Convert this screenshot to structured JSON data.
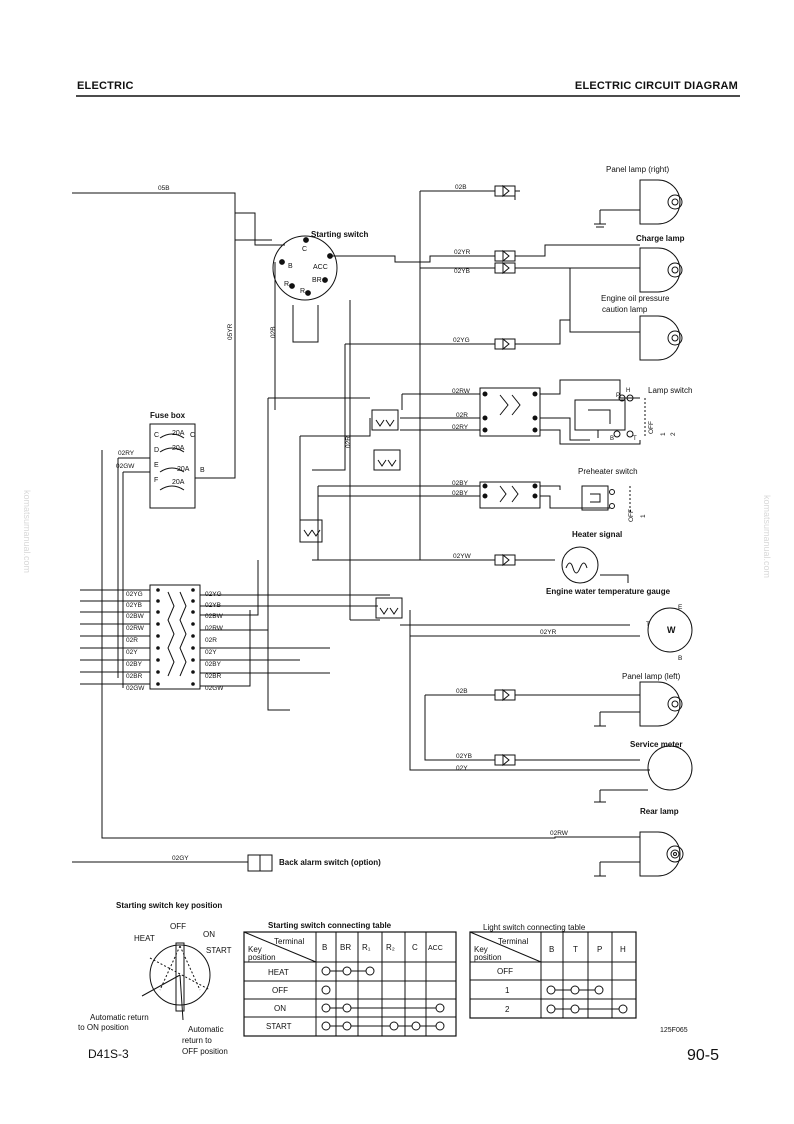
{
  "header": {
    "left": "ELECTRIC",
    "right": "ELECTRIC CIRCUIT DIAGRAM"
  },
  "footer": {
    "model": "D41S-3",
    "page": "90-5",
    "figure_code": "125F065"
  },
  "watermark": "komatsumanual.com",
  "components": {
    "panel_lamp_right": "Panel lamp (right)",
    "charge_lamp": "Charge lamp",
    "oil_lamp_1": "Engine oil pressure",
    "oil_lamp_2": "caution lamp",
    "lamp_switch": "Lamp switch",
    "preheater_switch": "Preheater switch",
    "heater_signal": "Heater signal",
    "water_temp": "Engine water temperature gauge",
    "panel_lamp_left": "Panel lamp (left)",
    "service_meter": "Service meter",
    "rear_lamp": "Rear lamp",
    "back_alarm": "Back alarm switch (option)",
    "starting_switch": "Starting switch",
    "fuse_box": "Fuse box"
  },
  "starting_switch_terminals": {
    "c": "C",
    "b": "B",
    "acc": "ACC",
    "br": "BR",
    "r1": "R₁",
    "r2": "R₂"
  },
  "fuse_box": {
    "left_letters": [
      "C",
      "D",
      "E",
      "F"
    ],
    "ratings": [
      "20A",
      "20A",
      "20A",
      "20A"
    ],
    "right_letters": [
      "C",
      "B"
    ]
  },
  "wires": {
    "w05b": "05B",
    "w05yr": "05YR",
    "w02b_v": "02B",
    "w02r_v": "02R",
    "w02b_pr": "02B",
    "w02yr_ch": "02YR",
    "w02yb_ch": "02YB",
    "w02yg_oil": "02YG",
    "w02rw_ls": "02RW",
    "w02r_ls": "02R",
    "w02ry_ls": "02RY",
    "w02by_ph": "02BY",
    "w02by_ph2": "02BY",
    "w02yw": "02YW",
    "w02yr_wt": "02YR",
    "w02b_pl": "02B",
    "w02yb_sm": "02YB",
    "w02y_sm": "02Y",
    "w02rw_rl": "02RW",
    "w02gy": "02GY",
    "w02ry_fb": "02RY",
    "w02gw_fb": "02GW",
    "terminal_marks": [
      "E",
      "T",
      "W",
      "B",
      "H",
      "P",
      "B",
      "T"
    ],
    "lamp_switch_pos": [
      "OFF",
      "1",
      "2"
    ],
    "preheater_pos": [
      "OFF",
      "1"
    ]
  },
  "connector_left": [
    "02YG",
    "02YB",
    "02BW",
    "02RW",
    "02R",
    "02Y",
    "02BY",
    "02BR",
    "02GW"
  ],
  "connector_right": [
    "02YG",
    "02YB",
    "02BW",
    "02RW",
    "02R",
    "02Y",
    "02BY",
    "02BR",
    "02GW"
  ],
  "key_position": {
    "title": "Starting switch key position",
    "heat": "HEAT",
    "off": "OFF",
    "on": "ON",
    "start": "START",
    "auto_on_1": "Automatic return",
    "auto_on_2": "to ON position",
    "auto_off_1": "Automatic",
    "auto_off_2": "return to",
    "auto_off_3": "OFF position"
  },
  "starting_table": {
    "title": "Starting switch connecting table",
    "corner_top": "Terminal",
    "corner_bottom_1": "Key",
    "corner_bottom_2": "position",
    "columns": [
      "B",
      "BR",
      "R₁",
      "R₂",
      "C",
      "ACC"
    ],
    "rows": [
      "HEAT",
      "OFF",
      "ON",
      "START"
    ]
  },
  "light_table": {
    "title": "Light switch connecting table",
    "corner_top": "Terminal",
    "corner_bottom_1": "Key",
    "corner_bottom_2": "position",
    "columns": [
      "B",
      "T",
      "P",
      "H"
    ],
    "rows": [
      "OFF",
      "1",
      "2"
    ]
  }
}
